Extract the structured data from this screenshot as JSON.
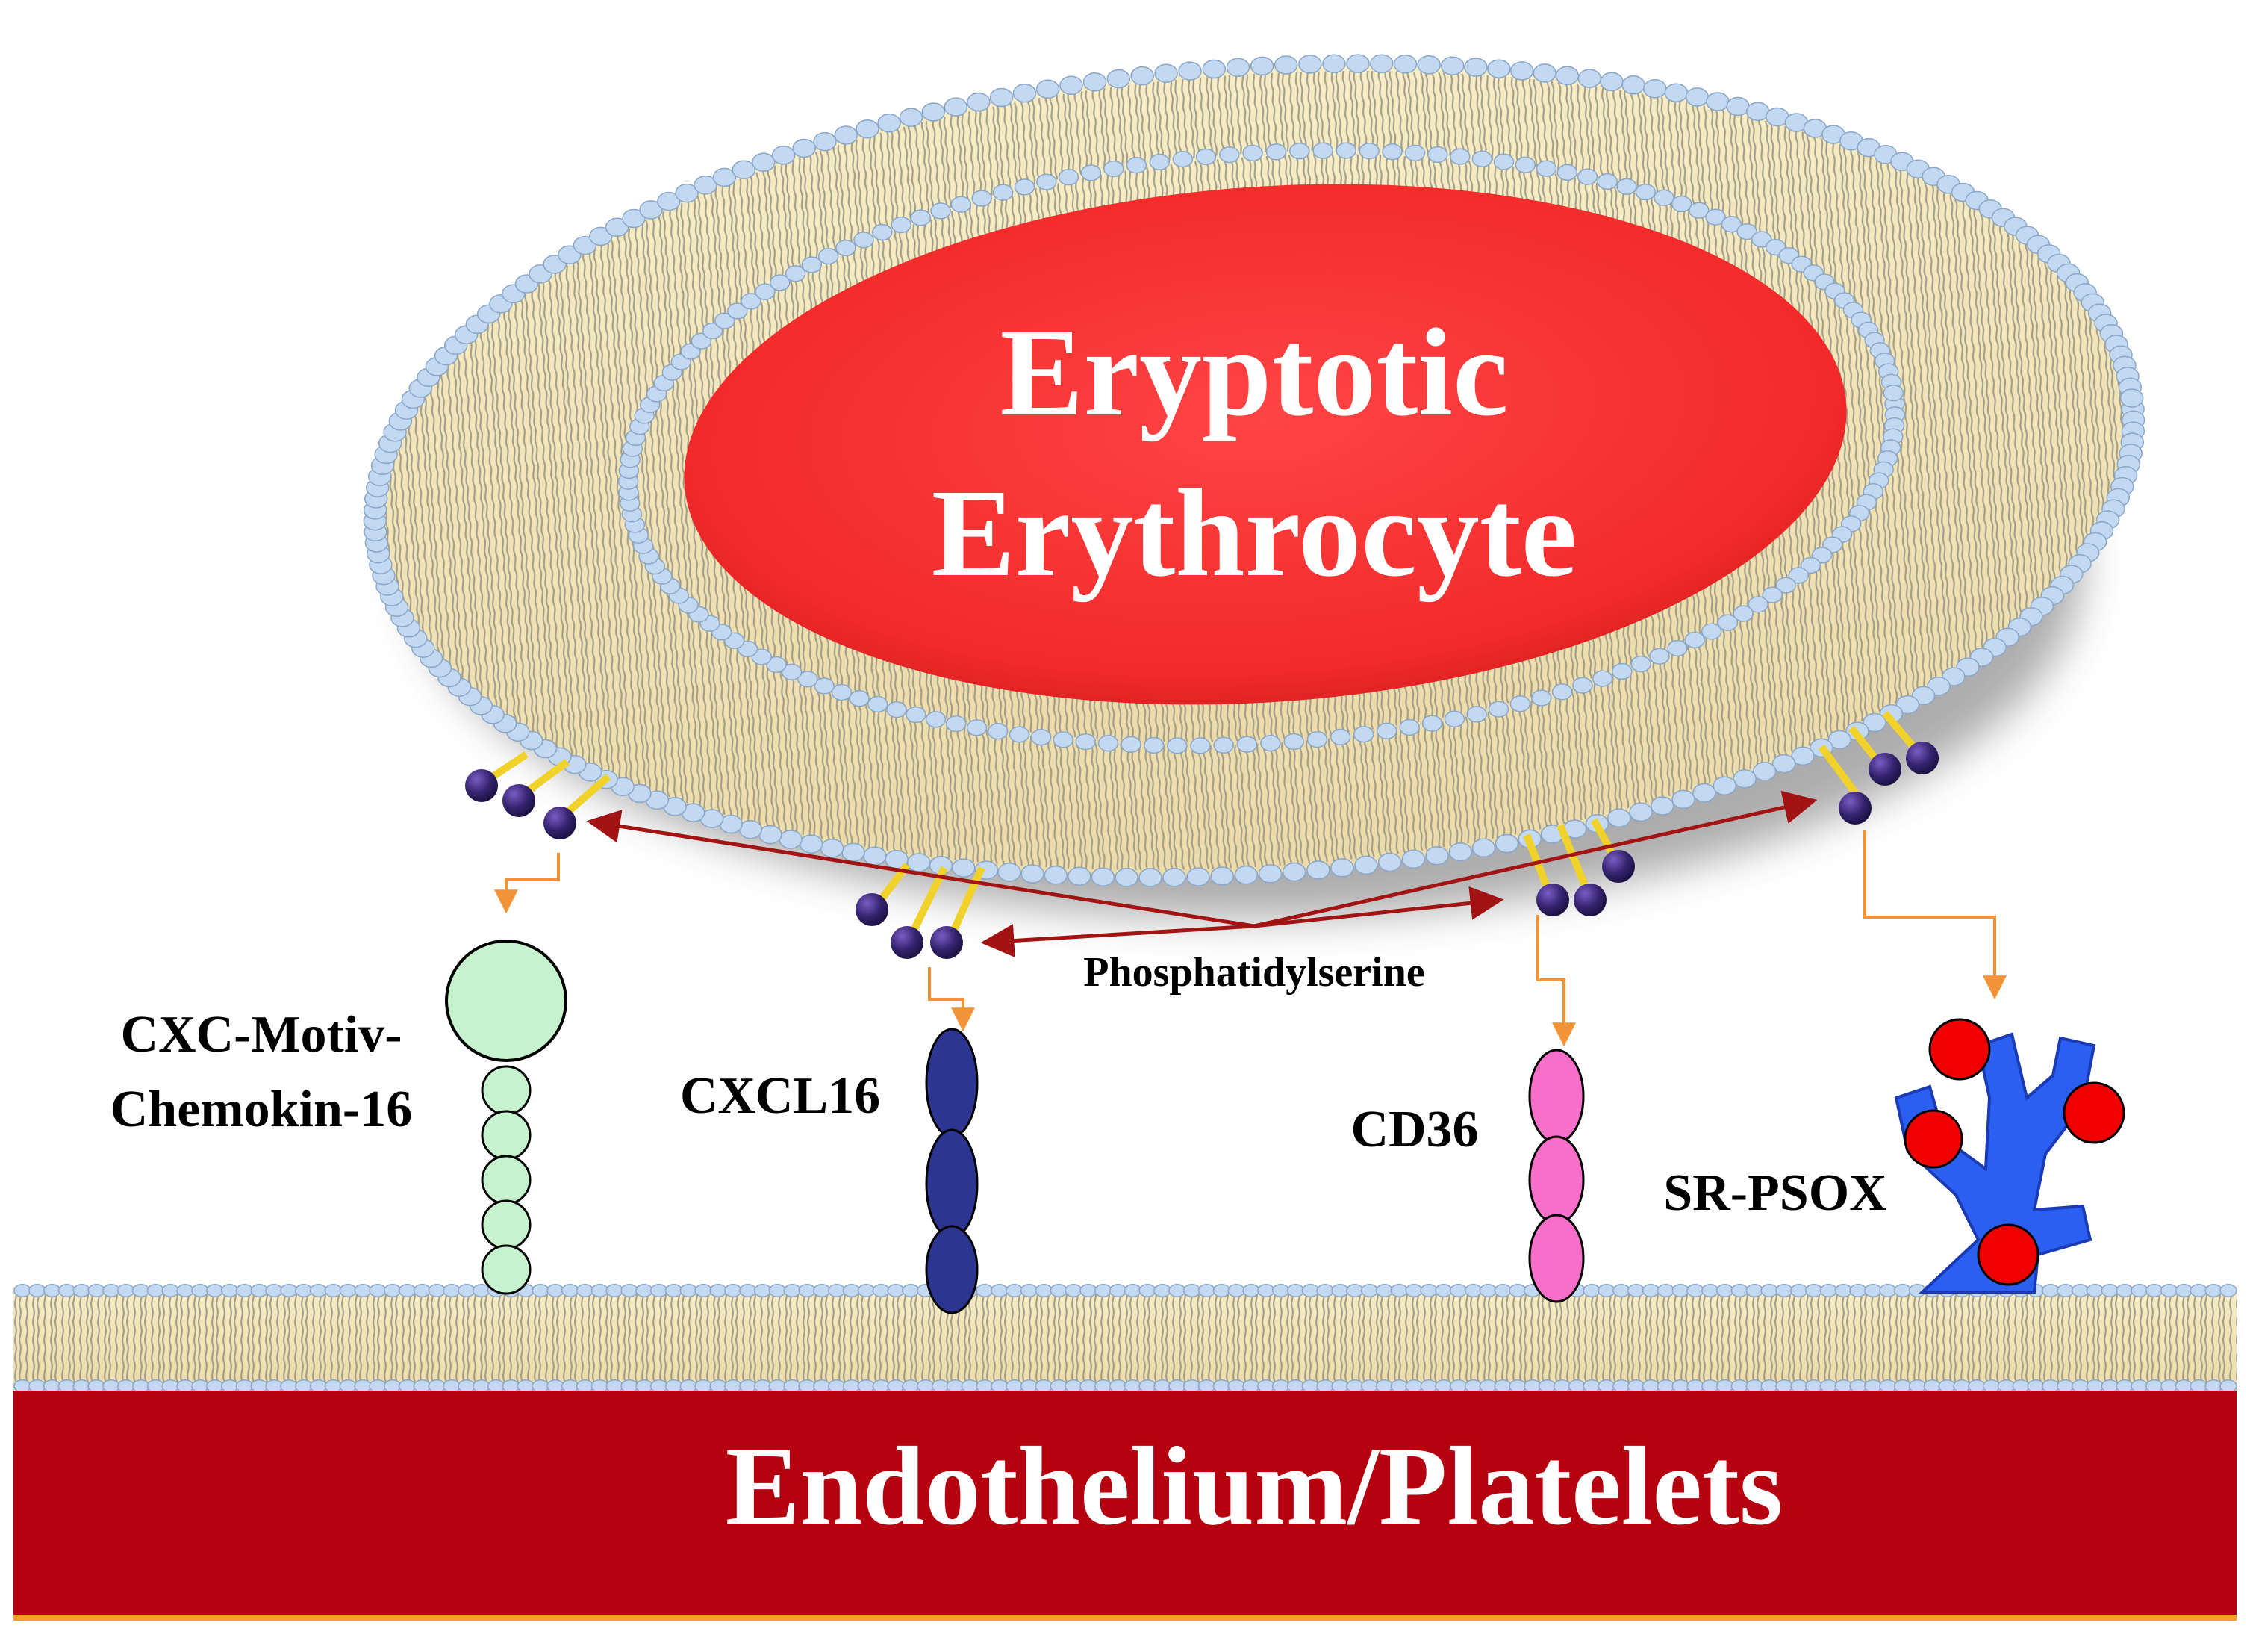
{
  "cell": {
    "title_line1": "Eryptotic",
    "title_line2": "Erythrocyte"
  },
  "base": {
    "label": "Endothelium/Platelets"
  },
  "ligand": {
    "label": "Phosphatidylserine"
  },
  "receptors": [
    {
      "label_line1": "CXC-Motiv-",
      "label_line2": "Chemokin-16"
    },
    {
      "label": "CXCL16"
    },
    {
      "label": "CD36"
    },
    {
      "label": "SR-PSOX"
    }
  ],
  "colors": {
    "cell_red": "#ff2e2e",
    "base_red": "#b5000f",
    "membrane_tan": "#f3e6b8",
    "lipid_head": "#c3d9f1",
    "ps_dot": "#3a2878",
    "ps_tail": "#f0d22a",
    "arrow_red": "#a21414",
    "arrow_orange": "#f29337",
    "chemokine_green": "#c6f3cd",
    "cxcl16_navy": "#2d3592",
    "cd36_pink": "#f76fc9",
    "srpsox_blue": "#2a5ff2",
    "srpsox_red": "#f00000"
  }
}
